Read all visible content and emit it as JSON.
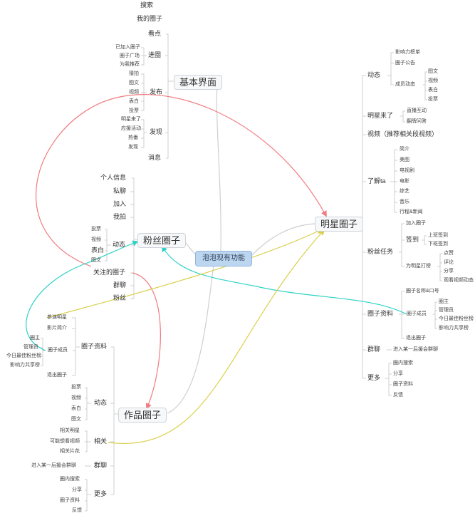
{
  "colors": {
    "branch": "#cfcfcf",
    "red": "#f07b80",
    "cyan": "#2fd2c6",
    "yellow": "#d9cf4a",
    "root_fill": "#bcd6f0"
  },
  "root": {
    "label": "泡泡现有功能"
  },
  "topics": {
    "basic": "基本界面",
    "fans": "粉丝圈子",
    "works": "作品圈子",
    "star": "明星圈子"
  },
  "basic": {
    "search": "搜索",
    "my_circle": "我的圈子",
    "look": "看点",
    "enter": "进圈",
    "enter_items": [
      "已加入圈子",
      "圈子广场",
      "为我推荐"
    ],
    "publish": "发布",
    "publish_items": [
      "猜拍",
      "图文",
      "视频",
      "表白",
      "投票"
    ],
    "discover": "发现",
    "discover_items": [
      "明星来了",
      "应援活动",
      "热番",
      "发现"
    ],
    "message": "消息"
  },
  "fans": {
    "items": [
      "个人信息",
      "私聊",
      "加入",
      "我拍"
    ],
    "dynamic": "动态",
    "dynamic_items": [
      "投票",
      "视频",
      "表白",
      "图文"
    ],
    "followed": "关注的圈子",
    "group": "群聊",
    "fans": "粉丝"
  },
  "works": {
    "star": "参演明星",
    "intro": "影片简介",
    "circle_info": "圈子资料",
    "members": "圈子成员",
    "member_items": [
      "圈主",
      "管理员",
      "今日最佳粉丝榜",
      "影响力共享榜"
    ],
    "quit": "退出圈子",
    "dynamic": "动态",
    "dynamic_items": [
      "投票",
      "视频",
      "表白",
      "图文"
    ],
    "related": "相关",
    "related_items": [
      "相关明星",
      "可能想看视频",
      "相关片花"
    ],
    "group": "群聊",
    "group_item": "进入某一后援会群聊",
    "more": "更多",
    "more_items": [
      "圈内搜索",
      "分享",
      "圈子资料",
      "反馈"
    ]
  },
  "star": {
    "dynamic": "动态",
    "influence": "影响力榜单",
    "notice": "圈子公告",
    "member_dynamic": "成员动态",
    "member_dynamic_items": [
      "图文",
      "视频",
      "表白",
      "投票"
    ],
    "star_come": "明星来了",
    "star_come_items": [
      "直播互动",
      "翻牌问答"
    ],
    "video": "视频（推荐相关段视频）",
    "know": "了解ta",
    "know_items": [
      "简介",
      "美图",
      "电视剧",
      "电影",
      "综艺",
      "音乐",
      "行程&新闻"
    ],
    "task": "粉丝任务",
    "join": "加入圈子",
    "sign": "签到",
    "sign_items": [
      "上班签到",
      "下班签到"
    ],
    "rank": "为明星打榜",
    "rank_items": [
      "点赞",
      "评论",
      "分享",
      "观看视频动态"
    ],
    "circle_info": "圈子资料",
    "name_id": "圈子名称&口号",
    "members": "圈子成员",
    "member_items": [
      "圈主",
      "管理员",
      "今日最佳粉丝榜",
      "影响力共享榜"
    ],
    "quit": "退出圈子",
    "group": "群聊",
    "group_item": "进入某一后援会群聊",
    "more": "更多",
    "more_items": [
      "圈内搜索",
      "分享",
      "圈子资料",
      "反馈"
    ]
  }
}
